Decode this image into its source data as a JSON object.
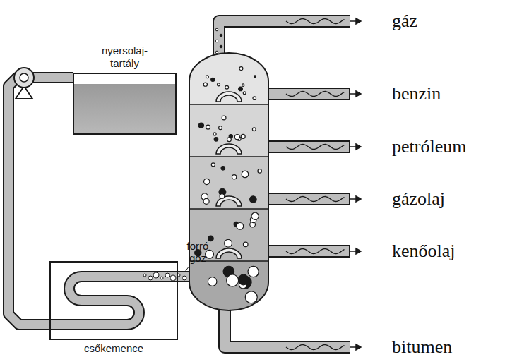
{
  "diagram": {
    "nodes": [
      {
        "text": [
          "nyersolaj- tartály"
        ]
      },
      {
        "text": [
          "csőkemence"
        ]
      }
    ],
    "edges": [
      {
        "from": 0,
        "to": 1,
        "arrow": "none"
      }
    ],
    "labels": [
      "forró gőz",
      "gáz",
      "benzin",
      "petróleum",
      "gázolaj",
      "kenőolaj",
      "bitumen"
    ]
  }
}
